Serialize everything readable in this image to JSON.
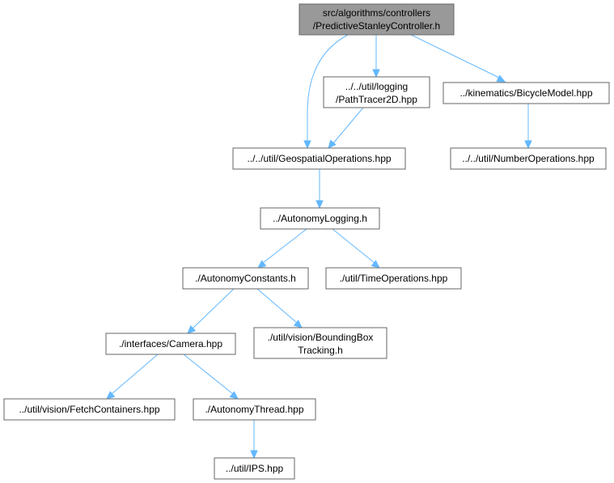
{
  "graph": {
    "root": {
      "lines": [
        "src/algorithms/controllers",
        "/PredictiveStanleyController.h"
      ]
    },
    "nodes": {
      "path_tracer": {
        "lines": [
          "../../util/logging",
          "/PathTracer2D.hpp"
        ]
      },
      "bicycle_model": {
        "lines": [
          "../kinematics/BicycleModel.hpp"
        ]
      },
      "geospatial": {
        "lines": [
          "../../util/GeospatialOperations.hpp"
        ]
      },
      "number_ops": {
        "lines": [
          "../../util/NumberOperations.hpp"
        ]
      },
      "autonomy_logging": {
        "lines": [
          "../AutonomyLogging.h"
        ]
      },
      "autonomy_constants": {
        "lines": [
          "./AutonomyConstants.h"
        ]
      },
      "time_ops": {
        "lines": [
          "./util/TimeOperations.hpp"
        ]
      },
      "camera": {
        "lines": [
          "./interfaces/Camera.hpp"
        ]
      },
      "bbox_tracking": {
        "lines": [
          "./util/vision/BoundingBox",
          "Tracking.h"
        ]
      },
      "fetch_containers": {
        "lines": [
          "../util/vision/FetchContainers.hpp"
        ]
      },
      "autonomy_thread": {
        "lines": [
          "./AutonomyThread.hpp"
        ]
      },
      "ips": {
        "lines": [
          "../util/IPS.hpp"
        ]
      }
    },
    "edges": [
      [
        "root",
        "geospatial"
      ],
      [
        "root",
        "path_tracer"
      ],
      [
        "root",
        "bicycle_model"
      ],
      [
        "path_tracer",
        "geospatial"
      ],
      [
        "bicycle_model",
        "number_ops"
      ],
      [
        "geospatial",
        "autonomy_logging"
      ],
      [
        "autonomy_logging",
        "autonomy_constants"
      ],
      [
        "autonomy_logging",
        "time_ops"
      ],
      [
        "autonomy_constants",
        "camera"
      ],
      [
        "autonomy_constants",
        "bbox_tracking"
      ],
      [
        "camera",
        "fetch_containers"
      ],
      [
        "camera",
        "autonomy_thread"
      ],
      [
        "autonomy_thread",
        "ips"
      ]
    ],
    "colors": {
      "edge": "#63b8ff",
      "root_fill": "#999999",
      "node_fill": "#ffffff",
      "border": "#666666"
    }
  }
}
